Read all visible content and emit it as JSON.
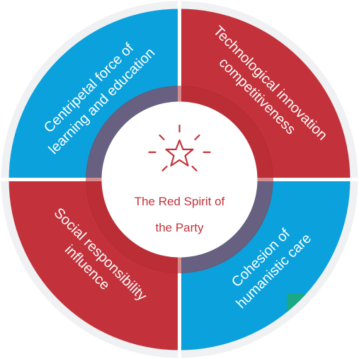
{
  "center": {
    "title_lines": [
      "The Red Spirit of",
      "the Party"
    ],
    "icon": "star-burst-icon"
  },
  "quadrants": [
    {
      "position": "top-left",
      "color": "#0aa1dd",
      "lines": [
        "Centripetal force of",
        "learning and education"
      ]
    },
    {
      "position": "top-right",
      "color": "#c3323a",
      "lines": [
        "Technological innovation",
        "competitiveness"
      ]
    },
    {
      "position": "bottom-left",
      "color": "#c3323a",
      "lines": [
        "Social responsibility",
        "influence"
      ]
    },
    {
      "position": "bottom-right",
      "color": "#0aa1dd",
      "lines": [
        "Cohesion of",
        "humanistic care"
      ]
    }
  ],
  "colors": {
    "red": "#c3323a",
    "blue": "#0aa1dd",
    "ring": "#f0f1f3",
    "inner_ring": "#b52c33",
    "accent": "#1aa886"
  }
}
